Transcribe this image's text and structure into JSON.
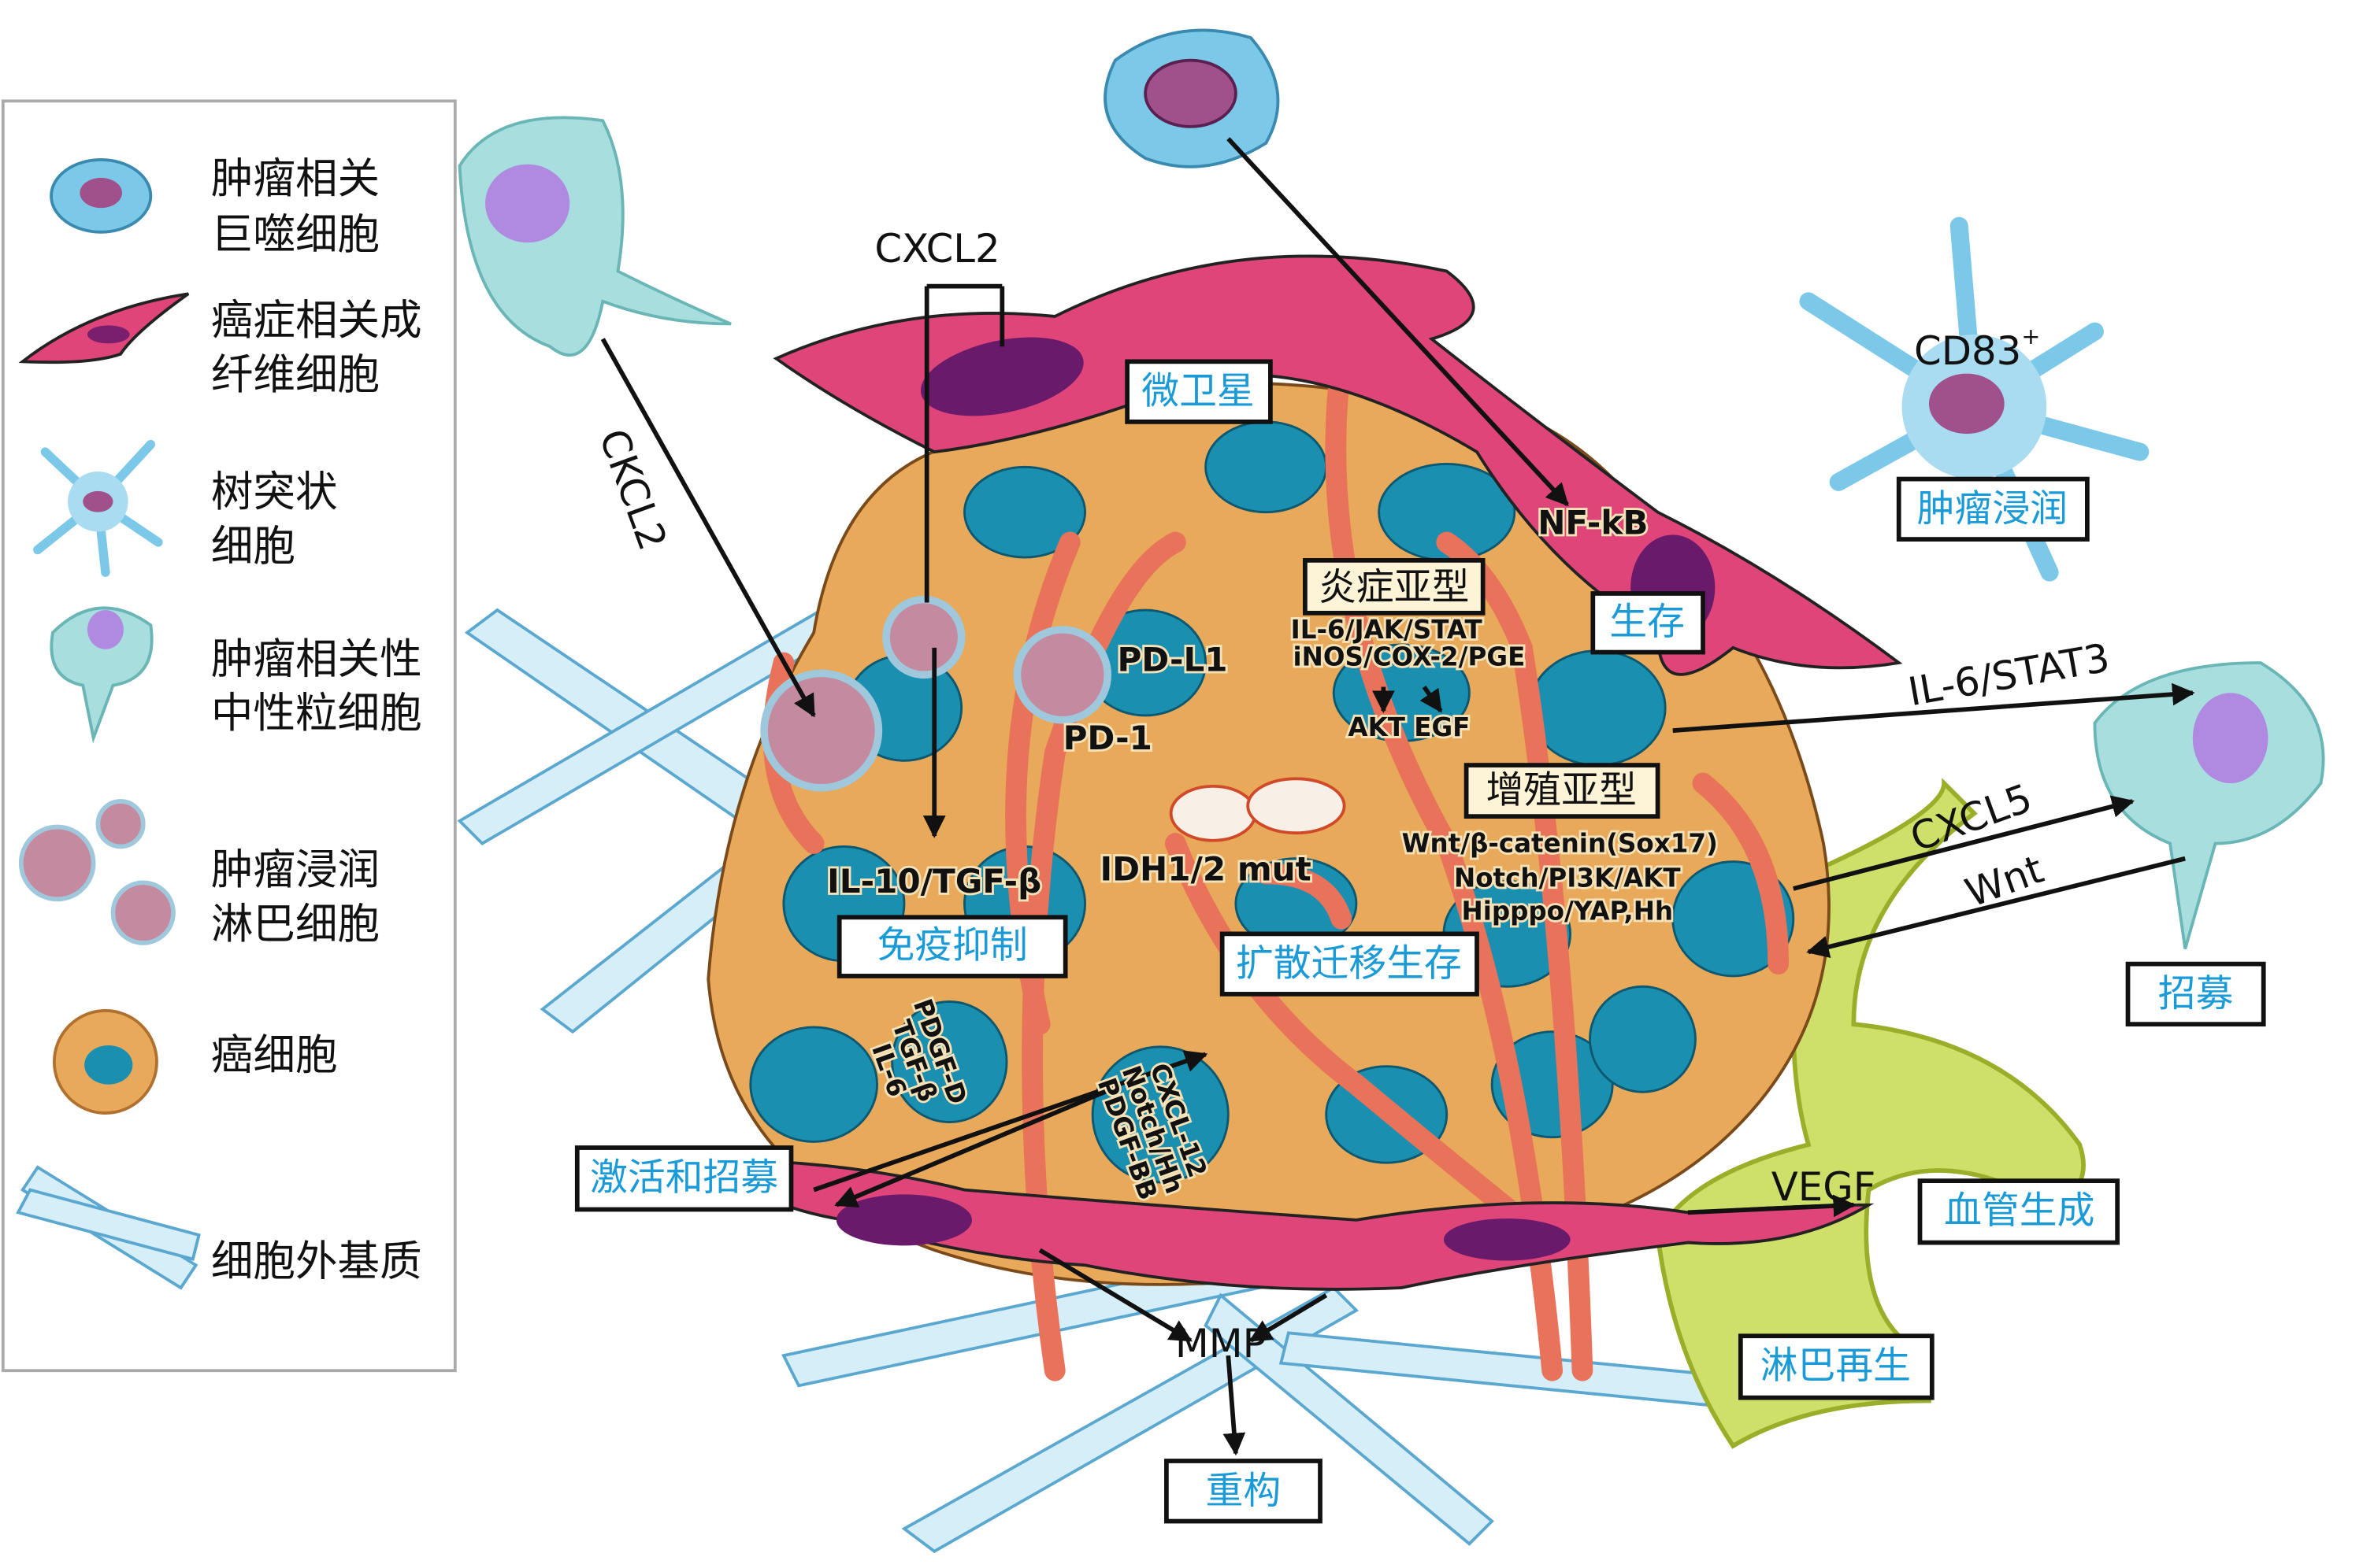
{
  "legend": {
    "items": [
      {
        "icon": "macrophage-icon",
        "lines": [
          "肿瘤相关",
          "巨噬细胞"
        ]
      },
      {
        "icon": "fibroblast-icon",
        "lines": [
          "癌症相关成",
          "纤维细胞"
        ]
      },
      {
        "icon": "dendritic-cell-icon",
        "lines": [
          "树突状",
          "细胞"
        ]
      },
      {
        "icon": "neutrophil-icon",
        "lines": [
          "肿瘤相关性",
          "中性粒细胞"
        ]
      },
      {
        "icon": "lymphocyte-icon",
        "lines": [
          "肿瘤浸润",
          "淋巴细胞"
        ]
      },
      {
        "icon": "cancer-cell-icon",
        "lines": [
          "癌细胞"
        ]
      },
      {
        "icon": "extracellular-matrix-icon",
        "lines": [
          "细胞外基质"
        ]
      }
    ]
  },
  "labels": {
    "cxcl2_top": "CXCL2",
    "ckcl2": "CKCL2",
    "cd83": "CD83",
    "cd83_sup": "+",
    "nfkb": "NF-kB",
    "il6_stat3": "IL-6/STAT3",
    "pdl1": "PD-L1",
    "pd1": "PD-1",
    "inflam_path": [
      "IL-6/JAK/STAT",
      "iNOS/COX-2/PGE",
      "AKT EGF"
    ],
    "prolif_path": [
      "Wnt/β-catenin(Sox17)",
      "Notch/PI3K/AKT",
      "Hipppo/YAP,Hh"
    ],
    "cxcl5": "CXCL5",
    "wnt": "Wnt",
    "il10_tgfb": "IL-10/TGF-β",
    "idh": "IDH1/2 mut",
    "caf_factors": [
      "PDGF-D",
      "TGF-β",
      "IL-6"
    ],
    "tumor_factors": [
      "CXCL-12",
      "Notch/Hh",
      "PDGF-BB"
    ],
    "vegf": "VEGF",
    "mmp": "MMP"
  },
  "boxes": {
    "microsatellite": "微卫星",
    "tumor_infiltration": "肿瘤浸润",
    "inflammatory_subtype": "炎症亚型",
    "survival": "生存",
    "proliferative_subtype": "增殖亚型",
    "immunosuppression": "免疫抑制",
    "spread_migration_survival": "扩散迁移生存",
    "recruitment": "招募",
    "activation_recruitment": "激活和招募",
    "angiogenesis": "血管生成",
    "lymphangiogenesis": "淋巴再生",
    "remodeling": "重构"
  },
  "colors": {
    "label_blue": "#1a9ad6",
    "fibroblast": "#e0457a",
    "vessel": "#e8735a",
    "cancer_cell": "#e8a95a",
    "nucleus": "#1b8fb0",
    "lymphatic": "#c8d94a"
  }
}
